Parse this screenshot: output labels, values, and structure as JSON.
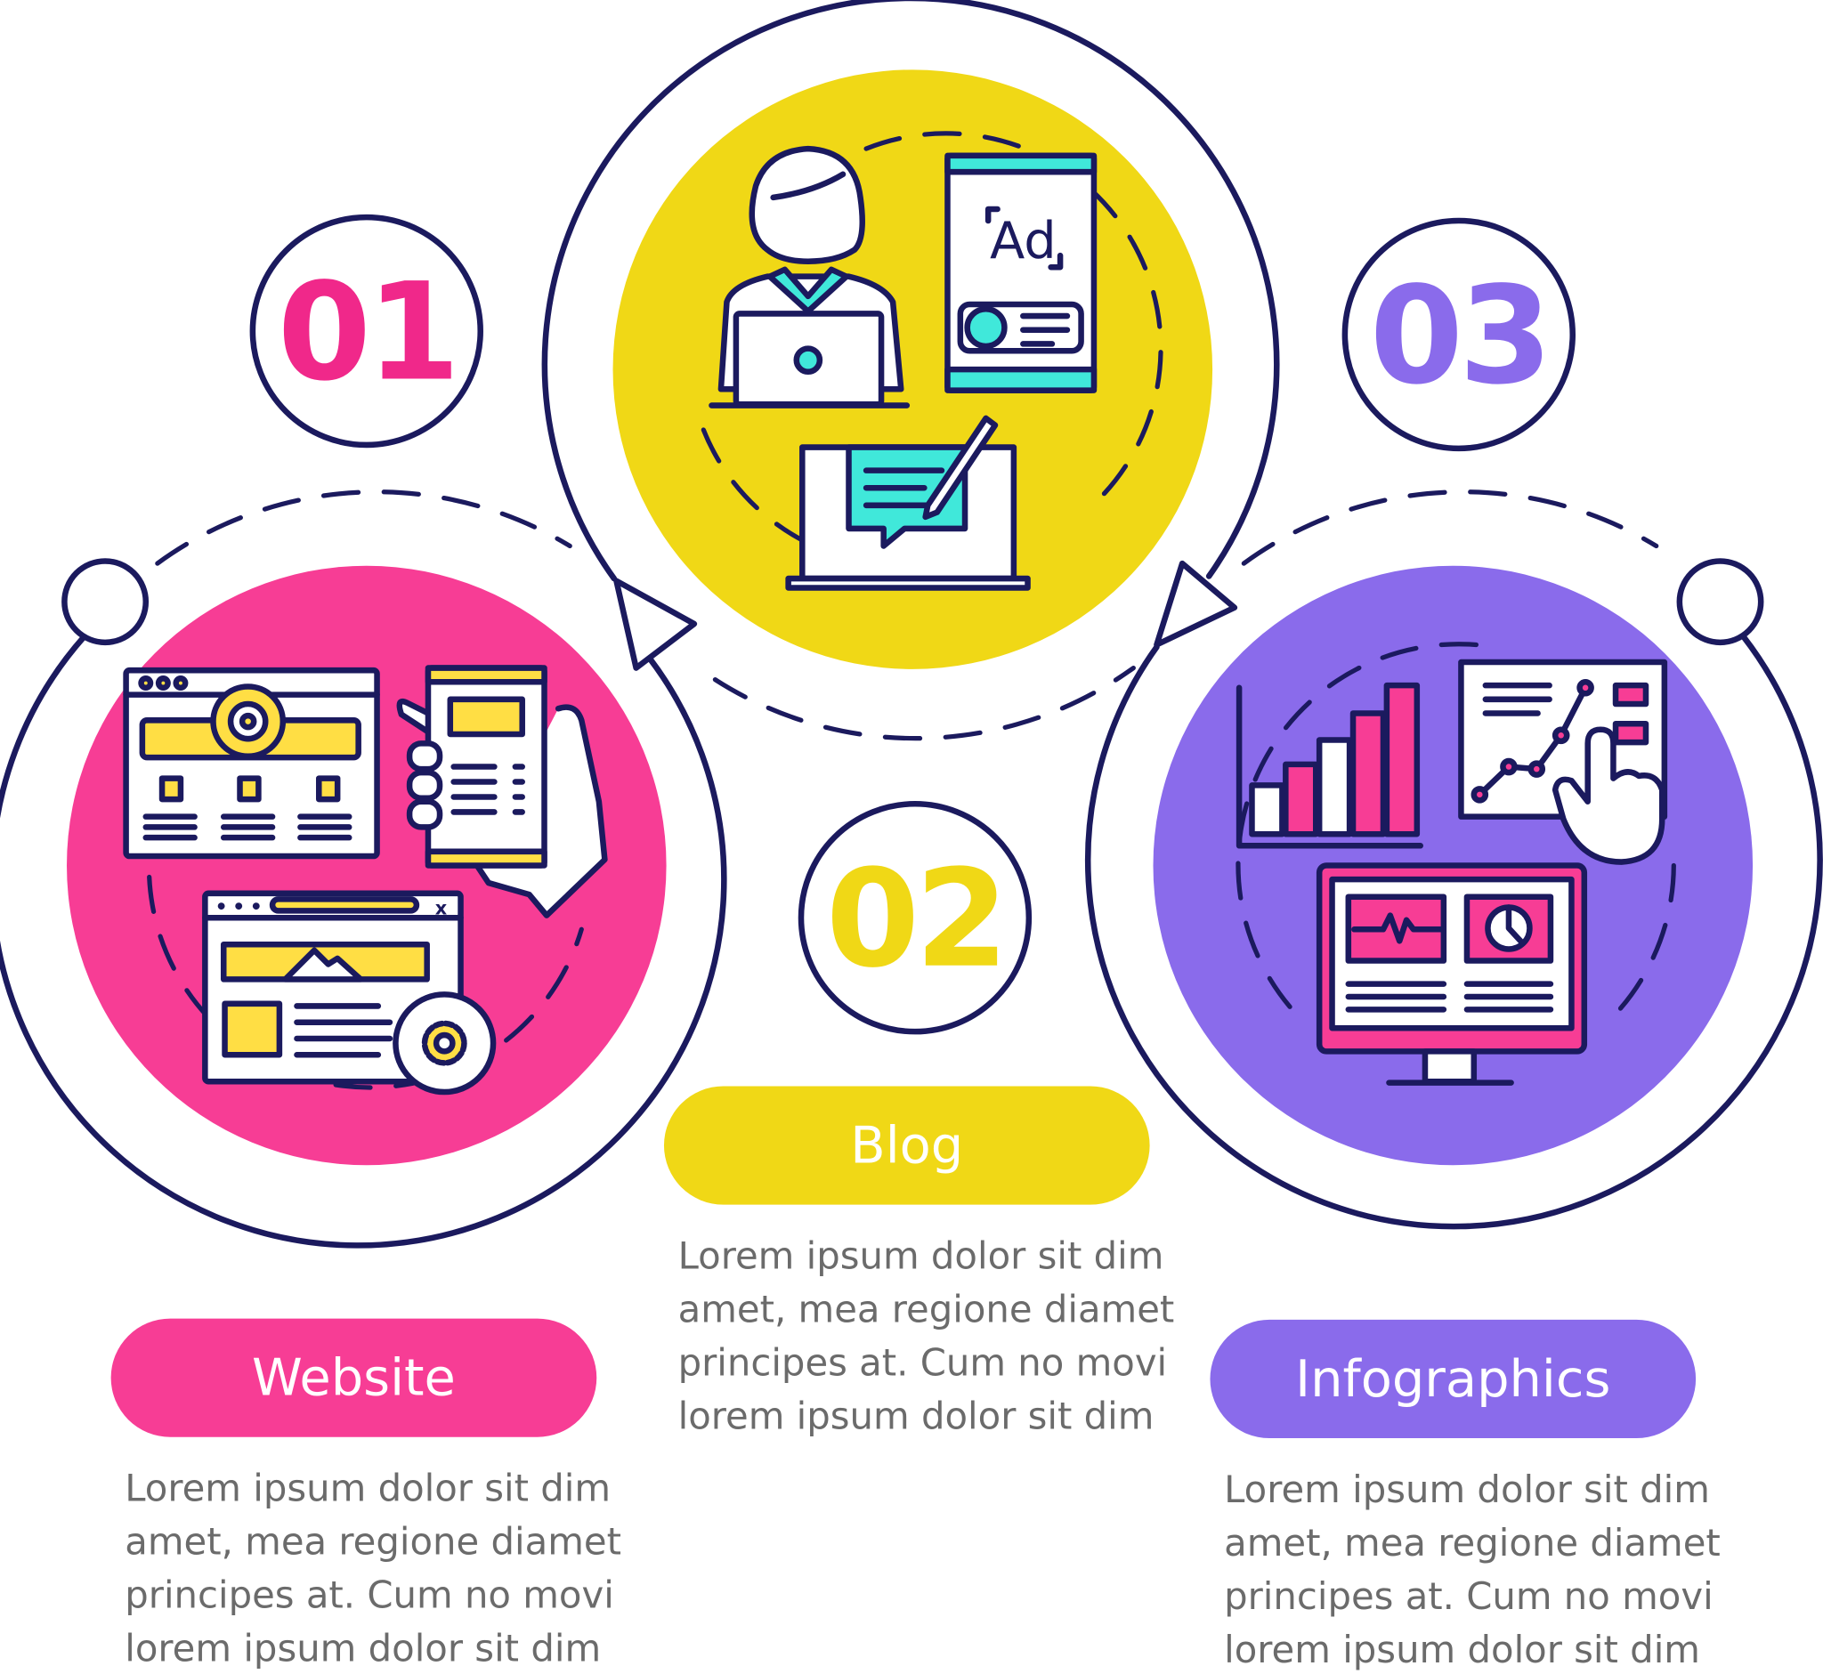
{
  "colors": {
    "outline": "#1b1a5e",
    "pink": "#f73d95",
    "yellow": "#f0d816",
    "purple": "#8a6beb",
    "icon_yellow": "#ffde44",
    "icon_cyan": "#40e8da",
    "body_text": "#6b6b6b"
  },
  "steps": [
    {
      "number": "01",
      "title": "Website",
      "icon": "website-icon",
      "lines": [
        "Lorem ipsum dolor sit dim",
        "amet, mea regione diamet",
        "principes at. Cum no movi",
        "lorem ipsum dolor sit dim"
      ]
    },
    {
      "number": "02",
      "title": "Blog",
      "icon": "blog-icon",
      "ad_label": "Ad",
      "lines": [
        "Lorem ipsum dolor sit dim",
        "amet, mea regione diamet",
        "principes at. Cum no movi",
        "lorem ipsum dolor sit dim"
      ]
    },
    {
      "number": "03",
      "title": "Infographics",
      "icon": "infographics-icon",
      "lines": [
        "Lorem ipsum dolor sit dim",
        "amet, mea regione diamet",
        "principes at. Cum no movi",
        "lorem ipsum dolor sit dim"
      ]
    }
  ]
}
